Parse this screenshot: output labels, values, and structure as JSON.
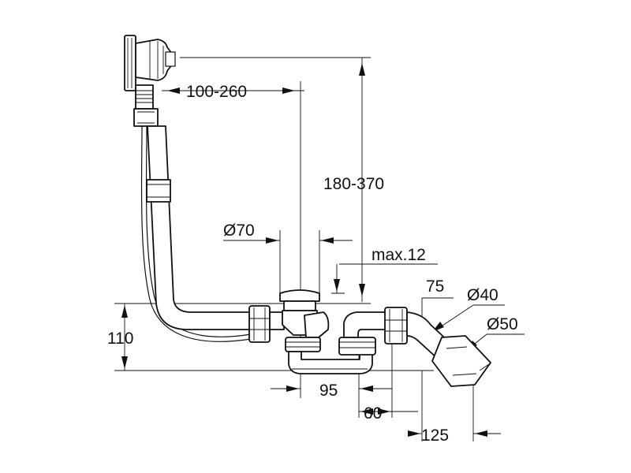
{
  "drawing": {
    "dimensions": {
      "overflow_extension": "100-260",
      "vertical_range": "180-370",
      "waste_diameter": "Ø70",
      "max_height": "max.12",
      "outlet_offset": "75",
      "pipe_diameter_small": "Ø40",
      "pipe_diameter_large": "Ø50",
      "trap_height": "110",
      "trap_width": "95",
      "outlet_distance": "60",
      "pipe_distance": "125"
    },
    "colors": {
      "line": "#111111",
      "background": "#ffffff"
    }
  }
}
